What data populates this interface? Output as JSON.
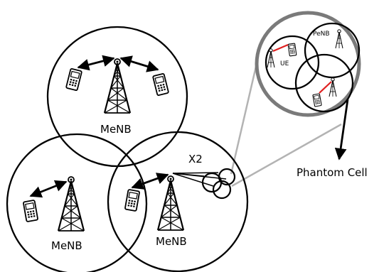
{
  "labels": {
    "menb_top": "MeNB",
    "menb_left": "MeNB",
    "menb_right": "MeNB",
    "x2": "X2",
    "phantom_cell": "Phantom Cell",
    "penb": "PeNB",
    "ue": "UE"
  },
  "colors": {
    "stroke": "#000000",
    "zoom_circle": "#7a7a7a",
    "zoom_lines": "#b3b3b3",
    "link_red": "#e02020"
  }
}
